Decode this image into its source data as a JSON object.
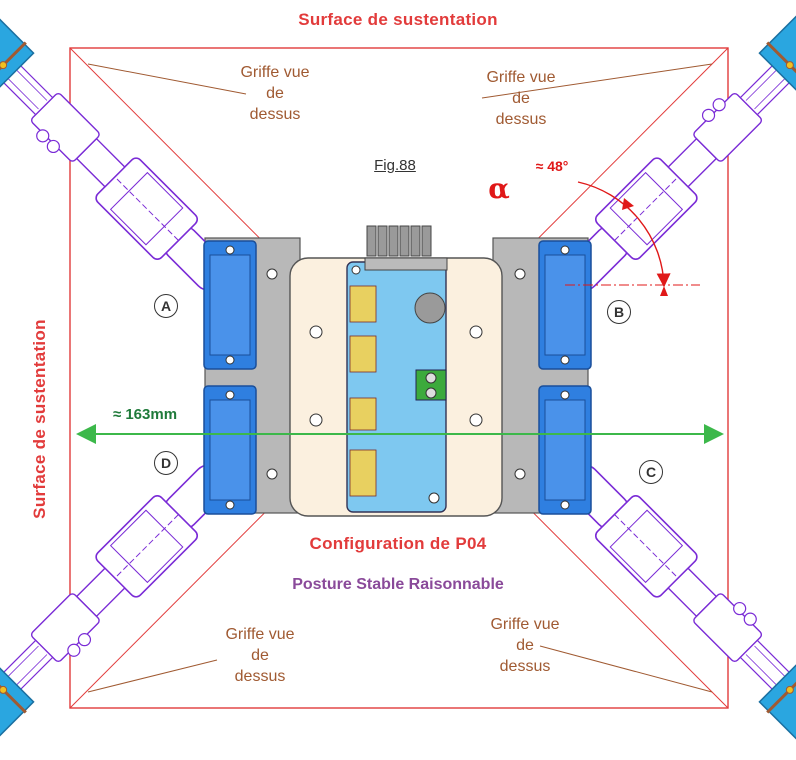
{
  "title_top": "Surface de sustentation",
  "title_left": "Surface de sustentation",
  "figure_label": "Fig.88",
  "config_label": "Configuration de P04",
  "posture_label": "Posture Stable Raisonnable",
  "width_label": "≈ 163mm",
  "angle_symbol": "α",
  "angle_value": "≈ 48°",
  "claw_labels": {
    "top_left": [
      "Griffe vue",
      "de",
      "dessus"
    ],
    "top_right": [
      "Griffe vue",
      "de",
      "dessus"
    ],
    "bottom_left": [
      "Griffe vue",
      "de",
      "dessus"
    ],
    "bottom_right": [
      "Griffe vue",
      "de",
      "dessus"
    ]
  },
  "legs": {
    "A": "A",
    "B": "B",
    "C": "C",
    "D": "D"
  },
  "colors": {
    "support_line": "#e23b3b",
    "leg_outline": "#7a2bd6",
    "servo_blue": "#2f7fe0",
    "foot_blue": "#2aa6e0",
    "board_blue": "#7ec8f0",
    "chassis": "#fbf0df",
    "measure_green": "#3cb84a"
  }
}
